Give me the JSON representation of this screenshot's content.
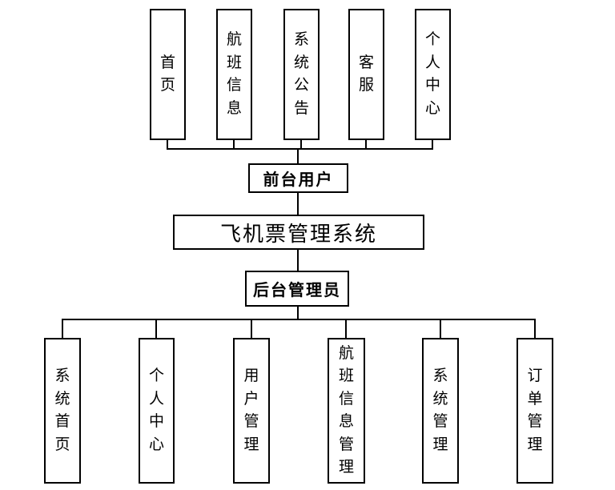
{
  "diagram": {
    "system_title": "飞机票管理系统",
    "front_role": "前台用户",
    "admin_role": "后台管理员",
    "front_modules": [
      {
        "label": "首页"
      },
      {
        "label": "航班信息"
      },
      {
        "label": "系统公告"
      },
      {
        "label": "客服"
      },
      {
        "label": "个人中心"
      }
    ],
    "admin_modules": [
      {
        "label": "系统首页"
      },
      {
        "label": "个人中心"
      },
      {
        "label": "用户管理"
      },
      {
        "label": "航班信息管理"
      },
      {
        "label": "系统管理"
      },
      {
        "label": "订单管理"
      }
    ],
    "colors": {
      "line": "#000000",
      "text": "#000000",
      "background": "#ffffff"
    }
  }
}
